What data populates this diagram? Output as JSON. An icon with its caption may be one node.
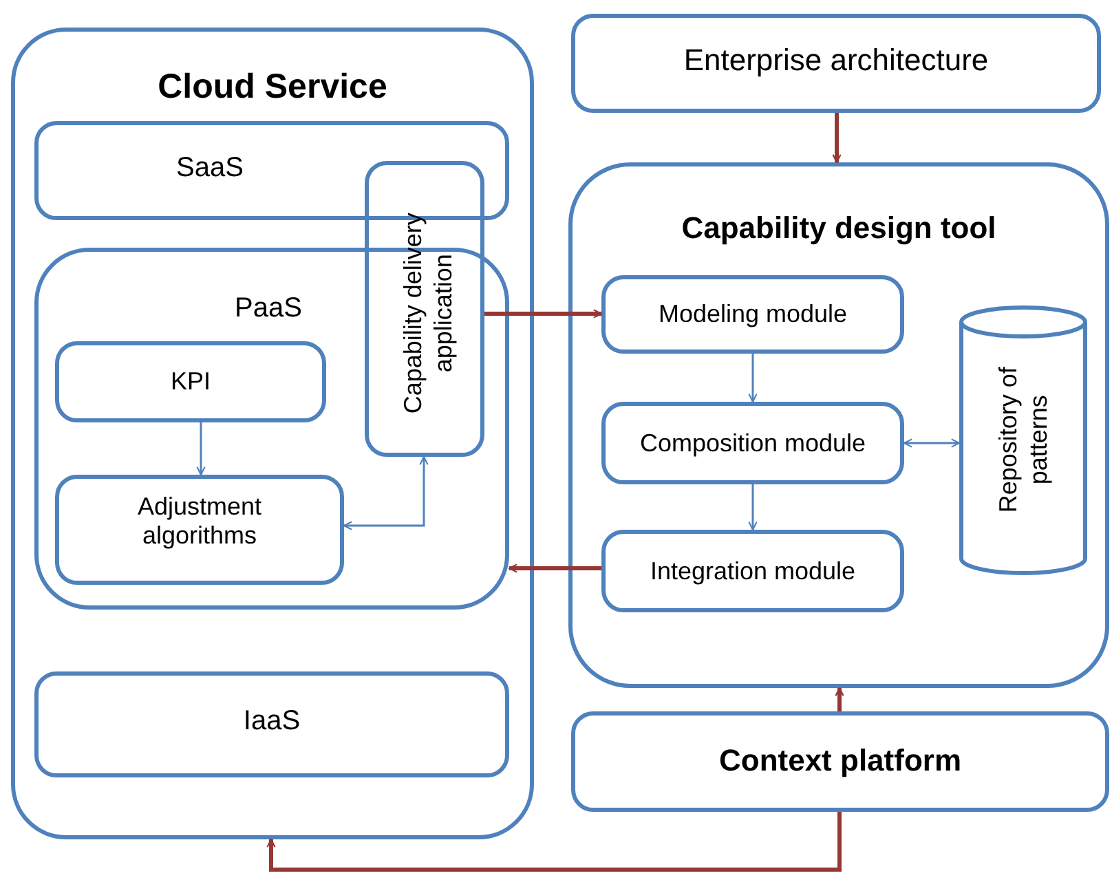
{
  "diagram": {
    "nodes": [
      {
        "text": [
          "Cloud Service"
        ]
      },
      {
        "text": [
          "SaaS"
        ],
        "in": 0
      },
      {
        "text": [
          "PaaS"
        ],
        "in": 0
      },
      {
        "text": [
          "Capability delivery application"
        ],
        "in": 0
      },
      {
        "text": [
          "KPI"
        ],
        "in": 2
      },
      {
        "text": [
          "Adjustment algorithms"
        ],
        "in": 2
      },
      {
        "text": [
          "IaaS"
        ],
        "in": 0
      },
      {
        "text": [
          "Enterprise architecture"
        ]
      },
      {
        "text": [
          "Capability design tool"
        ]
      },
      {
        "text": [
          "Modeling module"
        ],
        "in": 8
      },
      {
        "text": [
          "Composition module"
        ],
        "in": 8
      },
      {
        "text": [
          "Integration module"
        ],
        "in": 8
      },
      {
        "text": [
          "Repository of patterns"
        ],
        "in": 8
      },
      {
        "text": [
          "Context platform"
        ]
      }
    ],
    "edges": [
      {
        "from": 7,
        "to": 8,
        "arrow": "to",
        "style": "thick"
      },
      {
        "from": 3,
        "to": 9,
        "arrow": "to",
        "style": "thick"
      },
      {
        "from": 11,
        "to": 2,
        "arrow": "to",
        "style": "thick"
      },
      {
        "from": 13,
        "to": 8,
        "arrow": "to",
        "style": "thick"
      },
      {
        "from": 13,
        "to": 0,
        "arrow": "to",
        "style": "thick"
      },
      {
        "from": 9,
        "to": 10,
        "arrow": "to",
        "color": "#4f81bd"
      },
      {
        "from": 10,
        "to": 11,
        "arrow": "to",
        "color": "#4f81bd"
      },
      {
        "from": 10,
        "to": 12,
        "arrow": "both",
        "color": "#4f81bd"
      },
      {
        "from": 4,
        "to": 5,
        "arrow": "to",
        "color": "#4f81bd"
      },
      {
        "from": 5,
        "to": 3,
        "arrow": "both",
        "color": "#4f81bd"
      }
    ]
  }
}
